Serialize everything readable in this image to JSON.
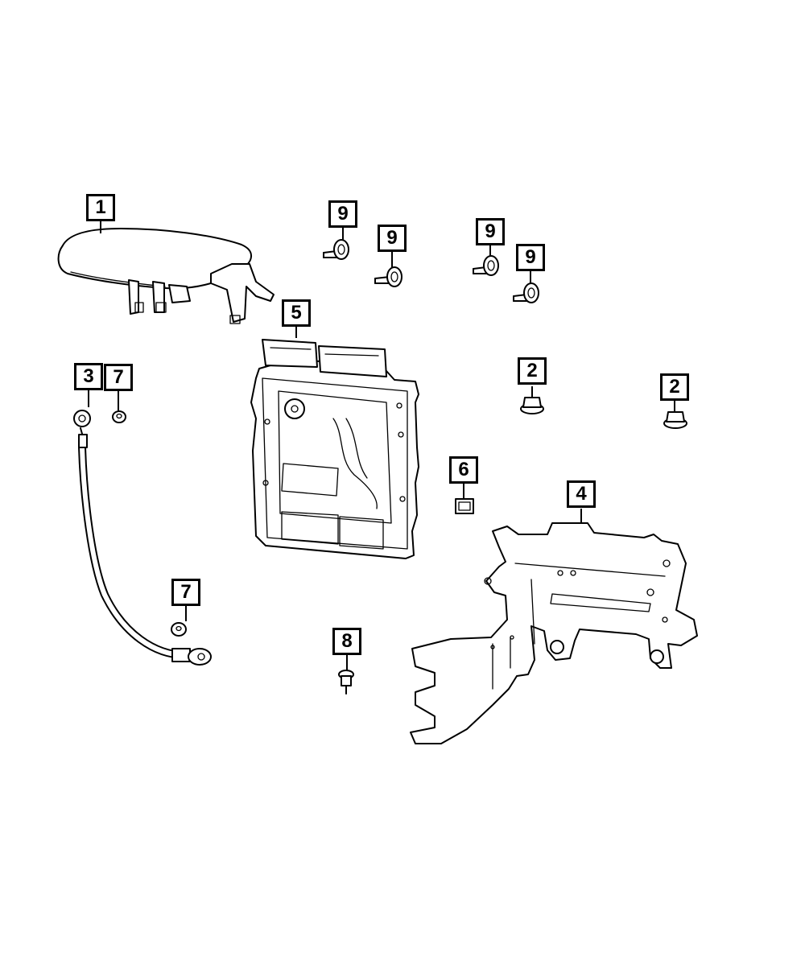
{
  "diagram": {
    "callouts": [
      {
        "id": "c1",
        "label": "1"
      },
      {
        "id": "c9a",
        "label": "9"
      },
      {
        "id": "c9b",
        "label": "9"
      },
      {
        "id": "c9c",
        "label": "9"
      },
      {
        "id": "c9d",
        "label": "9"
      },
      {
        "id": "c5",
        "label": "5"
      },
      {
        "id": "c3",
        "label": "3"
      },
      {
        "id": "c7a",
        "label": "7"
      },
      {
        "id": "c2a",
        "label": "2"
      },
      {
        "id": "c2b",
        "label": "2"
      },
      {
        "id": "c6",
        "label": "6"
      },
      {
        "id": "c4",
        "label": "4"
      },
      {
        "id": "c7b",
        "label": "7"
      },
      {
        "id": "c8",
        "label": "8"
      }
    ],
    "parts": [
      {
        "ref": "1",
        "icon": "cover-icon"
      },
      {
        "ref": "2",
        "icon": "flange-nut-icon"
      },
      {
        "ref": "3",
        "icon": "ground-strap-icon"
      },
      {
        "ref": "4",
        "icon": "mounting-bracket-icon"
      },
      {
        "ref": "5",
        "icon": "control-module-icon"
      },
      {
        "ref": "6",
        "icon": "connector-clip-icon"
      },
      {
        "ref": "7",
        "icon": "nut-icon"
      },
      {
        "ref": "8",
        "icon": "stud-icon"
      },
      {
        "ref": "9",
        "icon": "bolt-icon"
      }
    ]
  }
}
